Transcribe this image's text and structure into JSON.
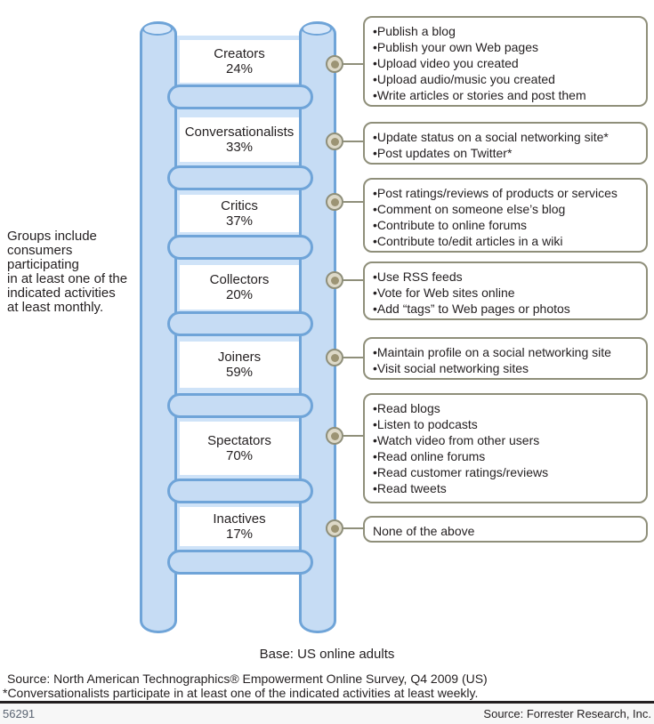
{
  "note_left": "Groups include\nconsumers\nparticipating\nin at least one of the\nindicated activities\nat least monthly.",
  "ladder": {
    "groups": [
      {
        "name": "Creators",
        "percent": "24%",
        "activities": [
          "Publish a blog",
          "Publish your own Web pages",
          "Upload video you created",
          "Upload audio/music you created",
          "Write articles or stories and post them"
        ]
      },
      {
        "name": "Conversationalists",
        "percent": "33%",
        "activities": [
          "Update status on a social networking site*",
          "Post updates on Twitter*"
        ]
      },
      {
        "name": "Critics",
        "percent": "37%",
        "activities": [
          "Post ratings/reviews of products or services",
          "Comment on someone else’s blog",
          "Contribute to online forums",
          "Contribute to/edit articles in a wiki"
        ]
      },
      {
        "name": "Collectors",
        "percent": "20%",
        "activities": [
          "Use RSS feeds",
          "Vote for Web sites online",
          "Add “tags” to Web pages or photos"
        ]
      },
      {
        "name": "Joiners",
        "percent": "59%",
        "activities": [
          "Maintain profile on a social networking site",
          "Visit social networking sites"
        ]
      },
      {
        "name": "Spectators",
        "percent": "70%",
        "activities": [
          "Read blogs",
          "Listen to podcasts",
          "Watch video from other users",
          "Read online forums",
          "Read customer ratings/reviews",
          "Read tweets"
        ]
      },
      {
        "name": "Inactives",
        "percent": "17%",
        "activities": [
          "None of the above"
        ]
      }
    ]
  },
  "base_note": "Base: US online adults",
  "source_line": "Source: North American Technographics® Empowerment Online Survey, Q4 2009 (US)",
  "footnote": "*Conversationalists participate in at least one of the indicated activities at least weekly.",
  "footer": {
    "doc_number": "56291",
    "source": "Source: Forrester Research, Inc."
  },
  "colors": {
    "text": "#231f20",
    "rail_fill": "#c6dcf4",
    "rail_stroke": "#6fa4d8",
    "interior_fill": "#cfe3f8",
    "cap_fill": "#d9e8f9",
    "callout_border": "#8f8f7a",
    "connector": "#8f8f7a",
    "dot_ring": "#ddd9c8",
    "dot_fill": "#9c9474",
    "footer_gray": "#5a6472"
  }
}
